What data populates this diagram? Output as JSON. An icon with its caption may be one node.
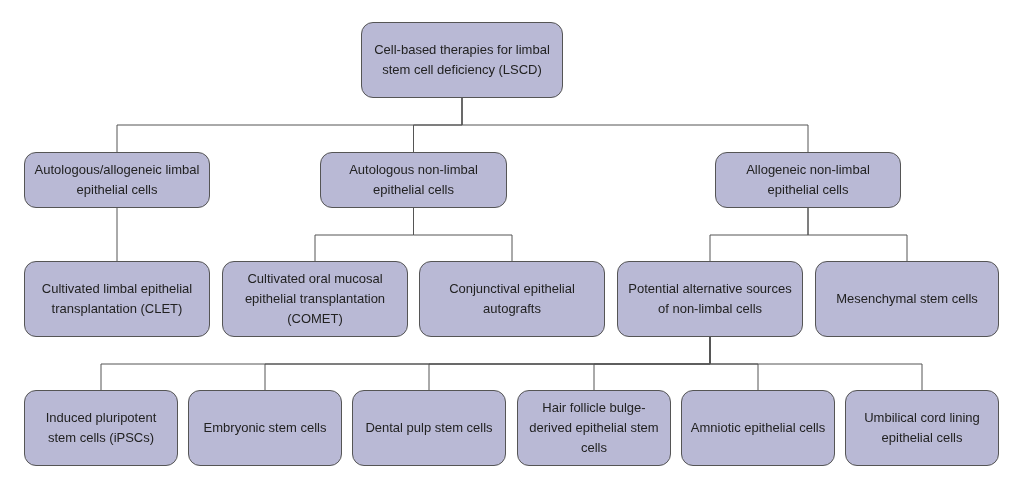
{
  "diagram": {
    "nodes": [
      {
        "text": [
          "Cell-based therapies for limbal stem cell deficiency (LSCD)"
        ]
      },
      {
        "text": [
          "Autologous/allogeneic limbal epithelial cells"
        ]
      },
      {
        "text": [
          "Autologous non-limbal epithelial cells"
        ]
      },
      {
        "text": [
          "Allogeneic non-limbal epithelial cells"
        ]
      },
      {
        "text": [
          "Cultivated limbal epithelial transplantation (CLET)"
        ]
      },
      {
        "text": [
          "Cultivated oral mucosal epithelial transplantation (COMET)"
        ]
      },
      {
        "text": [
          "Conjunctival epithelial autografts"
        ]
      },
      {
        "text": [
          "Potential alternative sources of non-limbal cells"
        ]
      },
      {
        "text": [
          "Mesenchymal stem cells"
        ]
      },
      {
        "text": [
          "Induced pluripotent stem cells (iPSCs)"
        ]
      },
      {
        "text": [
          "Embryonic stem cells"
        ]
      },
      {
        "text": [
          "Dental pulp stem cells"
        ]
      },
      {
        "text": [
          "Hair follicle bulge-derived epithelial stem cells"
        ]
      },
      {
        "text": [
          "Amniotic epithelial cells"
        ]
      },
      {
        "text": [
          "Umbilical cord lining epithelial cells"
        ]
      }
    ],
    "edges": [
      {
        "from": 0,
        "to": 1,
        "arrow": "none"
      },
      {
        "from": 0,
        "to": 2,
        "arrow": "none"
      },
      {
        "from": 0,
        "to": 3,
        "arrow": "none"
      },
      {
        "from": 1,
        "to": 4,
        "arrow": "none"
      },
      {
        "from": 2,
        "to": 5,
        "arrow": "none"
      },
      {
        "from": 2,
        "to": 6,
        "arrow": "none"
      },
      {
        "from": 3,
        "to": 7,
        "arrow": "none"
      },
      {
        "from": 3,
        "to": 8,
        "arrow": "none"
      },
      {
        "from": 7,
        "to": 9,
        "arrow": "none"
      },
      {
        "from": 7,
        "to": 10,
        "arrow": "none"
      },
      {
        "from": 7,
        "to": 11,
        "arrow": "none"
      },
      {
        "from": 7,
        "to": 12,
        "arrow": "none"
      },
      {
        "from": 7,
        "to": 13,
        "arrow": "none"
      },
      {
        "from": 7,
        "to": 14,
        "arrow": "none"
      }
    ]
  }
}
